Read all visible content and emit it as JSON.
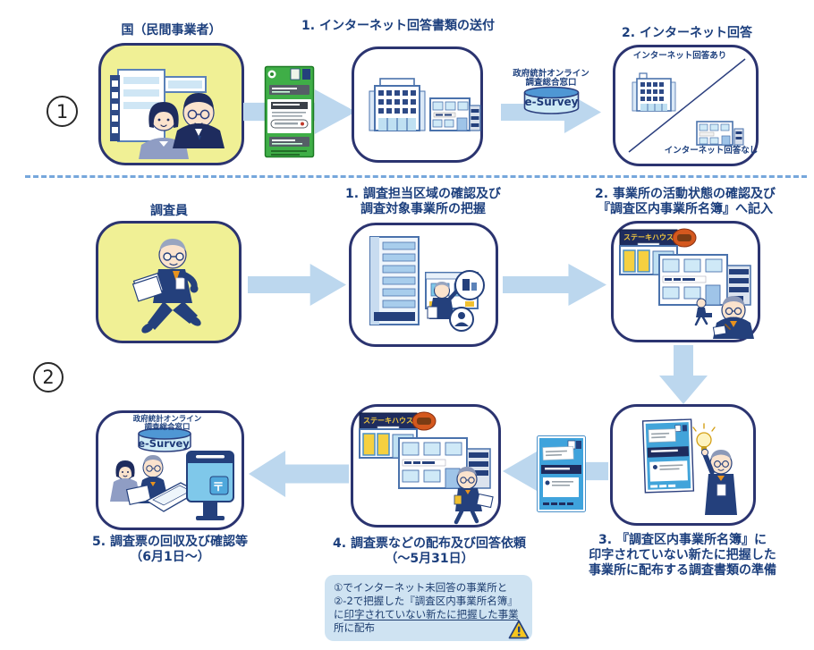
{
  "markers": {
    "row1": "1",
    "row2": "2"
  },
  "row1": {
    "actor_label": "国（民間事業者）",
    "step1_title": "1. インターネット回答書類の送付",
    "esurvey": {
      "line1": "政府統計オンライン",
      "line2": "調査総合窓口",
      "name": "e-Survey"
    },
    "step2_title": "2. インターネット回答",
    "step2_yes": "インターネット回答あり",
    "step2_no": "インターネット回答なし"
  },
  "row2": {
    "actor_label": "調査員",
    "step1_title1": "1. 調査担当区域の確認及び",
    "step1_title2": "調査対象事業所の把握",
    "step2_title1": "2. 事業所の活動状態の確認及び",
    "step2_title2": "『調査区内事業所名簿』へ記入",
    "step3_cap1": "3. 『調査区内事業所名簿』に",
    "step3_cap2": "印字されていない新たに把握した",
    "step3_cap3": "事業所に配布する調査書類の準備",
    "step4_cap1": "4. 調査票などの配布及び回答依頼",
    "step4_cap2": "（～5月31日）",
    "step5_cap1": "5. 調査票の回収及び確認等",
    "step5_cap2": "（6月1日～）",
    "esurvey": {
      "line1": "政府統計オンライン",
      "line2": "調査総合窓口",
      "name": "e-Survey"
    },
    "note": {
      "line1": "①でインターネット未回答の事業所と",
      "line2": "②-2で把握した『調査区内事業所名簿』",
      "line3_pre": "に",
      "line3_u": "印字されていない新たに把握した事業",
      "line4": "所に配布"
    },
    "sign_steakhouse": "ステーキハウス",
    "postbox_mark": "〒"
  },
  "colors": {
    "accent_navy": "#2b3470",
    "title_blue": "#1c3f7d",
    "arrow_blue": "#bcd7ee",
    "actor_yellow": "#f0f095",
    "note_bg": "#cfe3f2",
    "envelope_green": "#3fae47",
    "warning_yellow": "#f6c51d"
  }
}
